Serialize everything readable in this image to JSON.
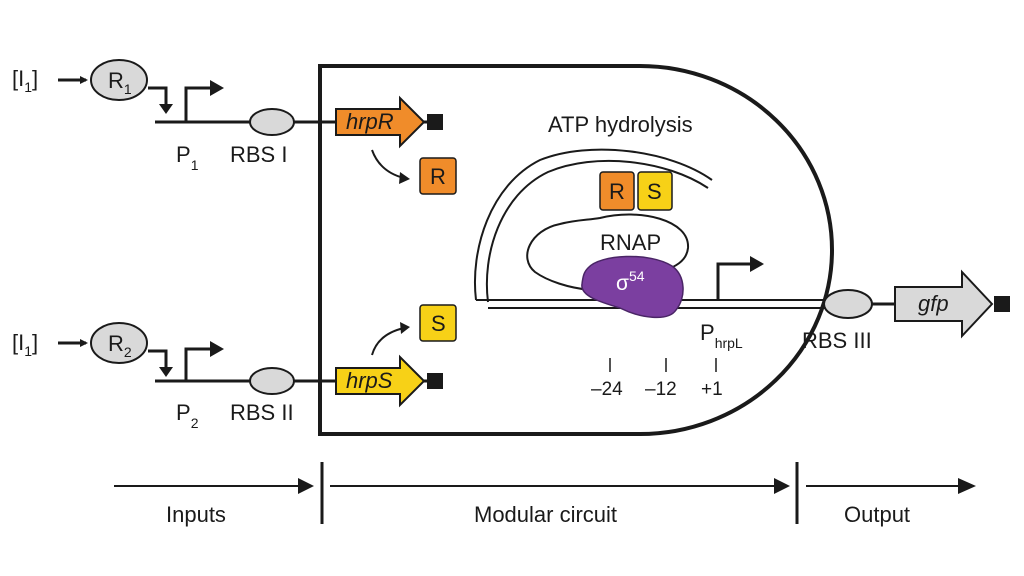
{
  "inputs": {
    "input1": {
      "inducer": "[I",
      "inducer_sub": "1",
      "inducer_close": "]",
      "regulator": "R",
      "regulator_sub": "1",
      "promoter": "P",
      "promoter_sub": "1",
      "rbs": "RBS I",
      "gene": "hrpR",
      "product": "R"
    },
    "input2": {
      "inducer": "[I",
      "inducer_sub": "1",
      "inducer_close": "]",
      "regulator": "R",
      "regulator_sub": "2",
      "promoter": "P",
      "promoter_sub": "2",
      "rbs": "RBS II",
      "gene": "hrpS",
      "product": "S"
    }
  },
  "circuit": {
    "atp_label": "ATP hydrolysis",
    "complex_r": "R",
    "complex_s": "S",
    "rnap_label": "RNAP",
    "sigma": "σ",
    "sigma_sup": "54",
    "promoter": "P",
    "promoter_sub": "hrpL",
    "positions": [
      "–24",
      "–12",
      "+1"
    ]
  },
  "output": {
    "rbs": "RBS III",
    "gene": "gfp"
  },
  "sections": {
    "inputs": "Inputs",
    "circuit": "Modular circuit",
    "output": "Output"
  },
  "colors": {
    "orange": "#f08c2a",
    "yellow": "#f7d117",
    "purple": "#7b3fa0",
    "grey": "#d9d9d9",
    "dark": "#1a1a1a"
  }
}
